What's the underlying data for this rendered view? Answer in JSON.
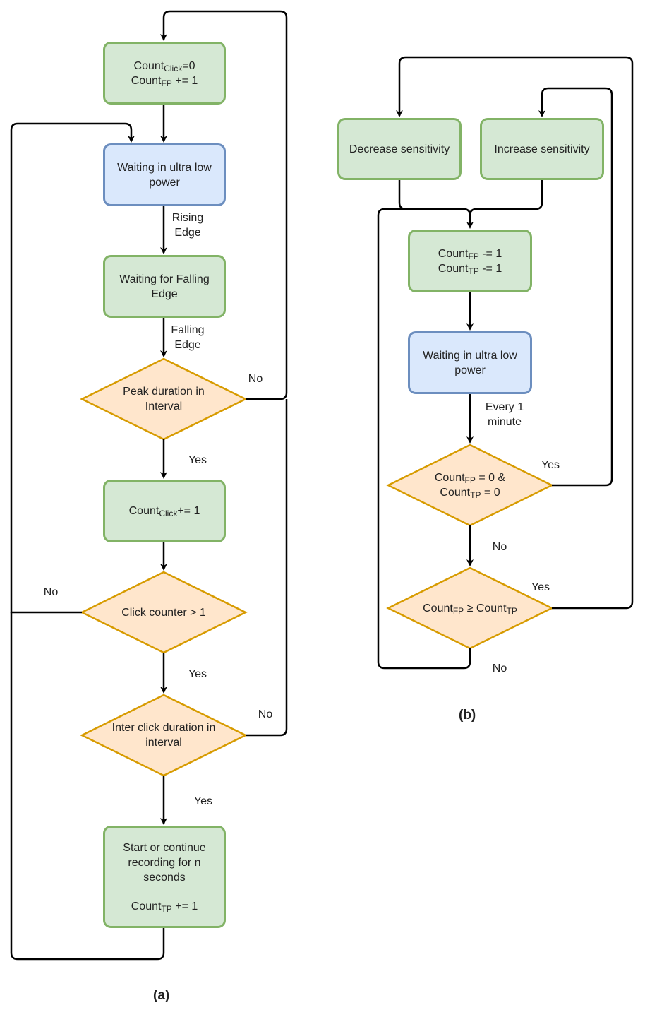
{
  "a": {
    "caption": "(a)",
    "reset": {
      "line1": {
        "pre": "Count",
        "sub": "Click",
        "post": "=0"
      },
      "line2": {
        "pre": "Count",
        "sub": "FP",
        "post": " += 1"
      }
    },
    "wait": "Waiting in ultra low power",
    "falling_wait": "Waiting for Falling Edge",
    "peak": "Peak duration in Interval",
    "inc_click": {
      "pre": "Count",
      "sub": "Click",
      "post": "+= 1"
    },
    "click_counter": "Click counter > 1",
    "inter_click": "Inter click duration in interval",
    "record": {
      "text": "Start or continue recording for n seconds",
      "count": {
        "pre": "Count",
        "sub": "TP",
        "post": " += 1"
      }
    },
    "labels": {
      "rising": "Rising Edge",
      "falling": "Falling Edge",
      "peak_no": "No",
      "peak_yes": "Yes",
      "click_no": "No",
      "click_yes": "Yes",
      "inter_no": "No",
      "inter_yes": "Yes"
    }
  },
  "b": {
    "caption": "(b)",
    "decrease": "Decrease sensitivity",
    "increase": "Increase sensitivity",
    "dec_counts": {
      "line1": {
        "pre": "Count",
        "sub": "FP",
        "post": " -= 1"
      },
      "line2": {
        "pre": "Count",
        "sub": "TP",
        "post": " -= 1"
      }
    },
    "wait": "Waiting in ultra low power",
    "zero_check": {
      "line1": {
        "pre": "Count",
        "sub": "FP",
        "post": " = 0 &"
      },
      "line2": {
        "pre": "Count",
        "sub": "TP",
        "post": " = 0"
      }
    },
    "compare": {
      "pre": "Count",
      "sub": "FP",
      "mid": " ≥ Count",
      "sub2": "TP"
    },
    "labels": {
      "every": "Every 1 minute",
      "zero_yes": "Yes",
      "zero_no": "No",
      "compare_yes": "Yes",
      "compare_no": "No"
    }
  },
  "colors": {
    "process_fill": "#d5e8d4",
    "process_stroke": "#82b366",
    "wait_fill": "#dae8fc",
    "wait_stroke": "#6c8ebf",
    "decision_fill": "#ffe6cc",
    "decision_stroke": "#d79b00"
  }
}
